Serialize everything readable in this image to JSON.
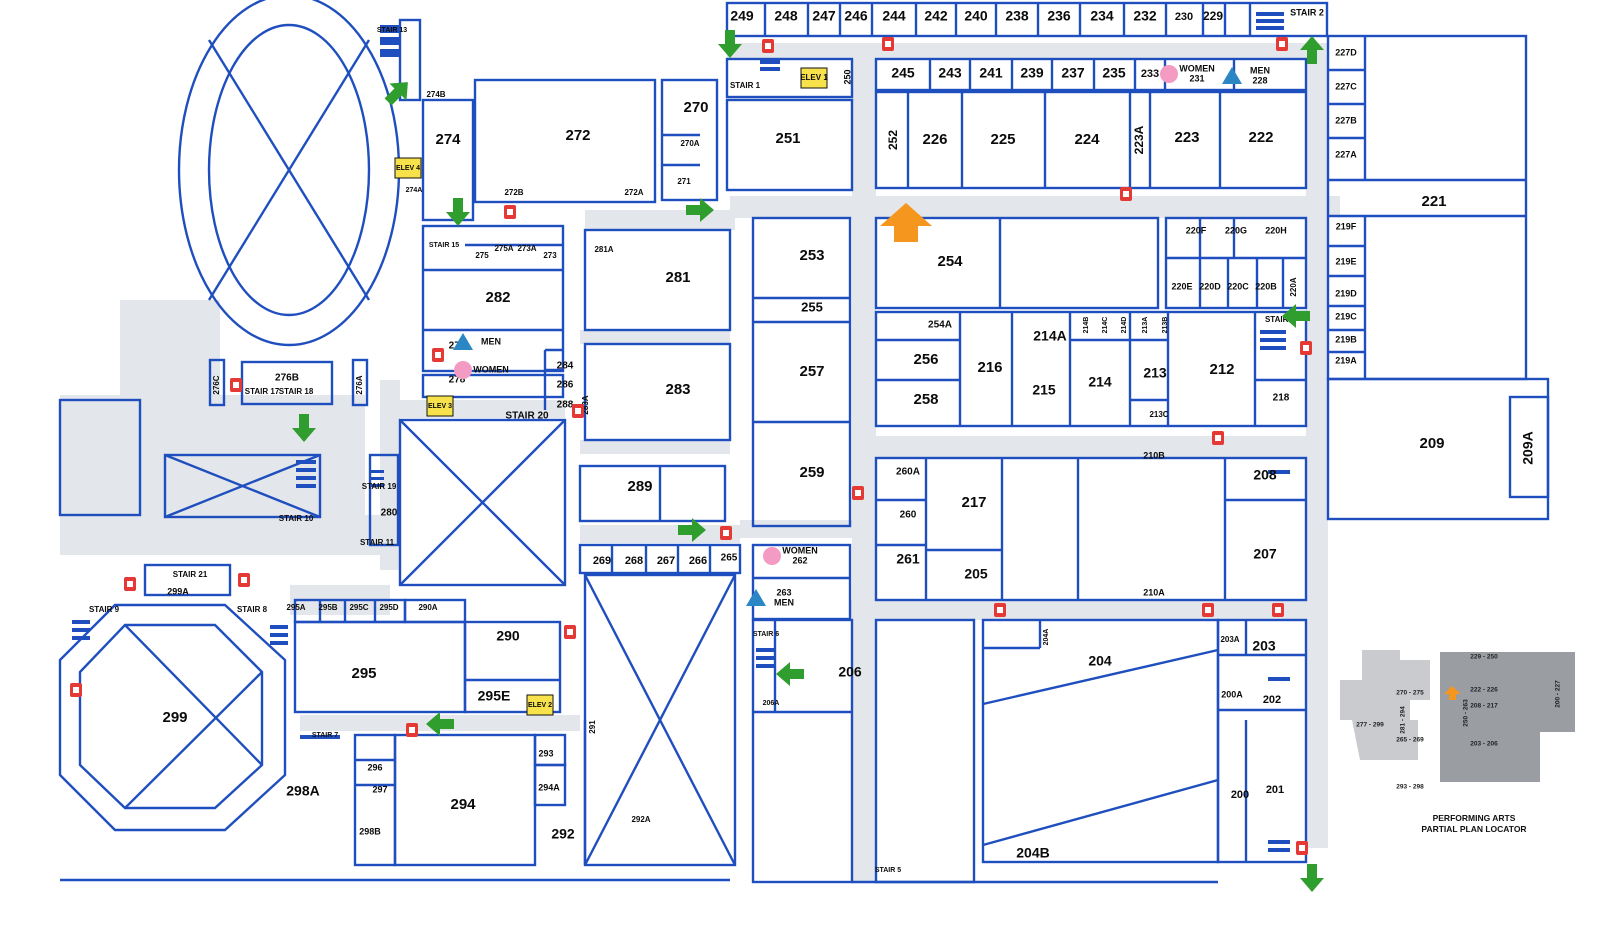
{
  "title": "",
  "colors": {
    "wall": "#1f4fbf",
    "corridor": "#e3e6ea",
    "exit_arrow": "#2f9e2f",
    "you_are_here": "#f5961e",
    "fire": "#e53935",
    "women": "#f49bc4",
    "men": "#2b86c5",
    "elevator": "#f7e24b"
  },
  "rooms": [
    {
      "id": "249"
    },
    {
      "id": "248"
    },
    {
      "id": "247"
    },
    {
      "id": "246"
    },
    {
      "id": "244"
    },
    {
      "id": "242"
    },
    {
      "id": "240"
    },
    {
      "id": "238"
    },
    {
      "id": "236"
    },
    {
      "id": "234"
    },
    {
      "id": "232"
    },
    {
      "id": "230"
    },
    {
      "id": "229"
    },
    {
      "id": "245"
    },
    {
      "id": "243"
    },
    {
      "id": "241"
    },
    {
      "id": "239"
    },
    {
      "id": "237"
    },
    {
      "id": "235"
    },
    {
      "id": "233"
    },
    {
      "id": "227D"
    },
    {
      "id": "227C"
    },
    {
      "id": "227B"
    },
    {
      "id": "227A"
    },
    {
      "id": "274B"
    },
    {
      "id": "274"
    },
    {
      "id": "274A"
    },
    {
      "id": "272"
    },
    {
      "id": "272B"
    },
    {
      "id": "272A"
    },
    {
      "id": "270"
    },
    {
      "id": "270A"
    },
    {
      "id": "271"
    },
    {
      "id": "250"
    },
    {
      "id": "251"
    },
    {
      "id": "252"
    },
    {
      "id": "226"
    },
    {
      "id": "225"
    },
    {
      "id": "224"
    },
    {
      "id": "223A"
    },
    {
      "id": "223"
    },
    {
      "id": "222"
    },
    {
      "id": "221"
    },
    {
      "id": "275"
    },
    {
      "id": "275A"
    },
    {
      "id": "273A"
    },
    {
      "id": "273"
    },
    {
      "id": "281A"
    },
    {
      "id": "281"
    },
    {
      "id": "253"
    },
    {
      "id": "254"
    },
    {
      "id": "220F"
    },
    {
      "id": "220G"
    },
    {
      "id": "220H"
    },
    {
      "id": "220E"
    },
    {
      "id": "220D"
    },
    {
      "id": "220C"
    },
    {
      "id": "220B"
    },
    {
      "id": "220A"
    },
    {
      "id": "219F"
    },
    {
      "id": "219E"
    },
    {
      "id": "219D"
    },
    {
      "id": "219C"
    },
    {
      "id": "219B"
    },
    {
      "id": "219A"
    },
    {
      "id": "282"
    },
    {
      "id": "255"
    },
    {
      "id": "254A"
    },
    {
      "id": "214A"
    },
    {
      "id": "214B"
    },
    {
      "id": "214C"
    },
    {
      "id": "214D"
    },
    {
      "id": "213A"
    },
    {
      "id": "213B"
    },
    {
      "id": "276B"
    },
    {
      "id": "276C"
    },
    {
      "id": "276A"
    },
    {
      "id": "277"
    },
    {
      "id": "278"
    },
    {
      "id": "284"
    },
    {
      "id": "286"
    },
    {
      "id": "288"
    },
    {
      "id": "283A"
    },
    {
      "id": "283"
    },
    {
      "id": "257"
    },
    {
      "id": "256"
    },
    {
      "id": "258"
    },
    {
      "id": "216"
    },
    {
      "id": "215"
    },
    {
      "id": "214"
    },
    {
      "id": "213"
    },
    {
      "id": "213C"
    },
    {
      "id": "212"
    },
    {
      "id": "218"
    },
    {
      "id": "209"
    },
    {
      "id": "209A"
    },
    {
      "id": "280"
    },
    {
      "id": "289"
    },
    {
      "id": "259"
    },
    {
      "id": "260A"
    },
    {
      "id": "260"
    },
    {
      "id": "217"
    },
    {
      "id": "210B"
    },
    {
      "id": "208"
    },
    {
      "id": "299A"
    },
    {
      "id": "269"
    },
    {
      "id": "268"
    },
    {
      "id": "267"
    },
    {
      "id": "266"
    },
    {
      "id": "265"
    },
    {
      "id": "261"
    },
    {
      "id": "205"
    },
    {
      "id": "207"
    },
    {
      "id": "210A"
    },
    {
      "id": "295A"
    },
    {
      "id": "295B"
    },
    {
      "id": "295C"
    },
    {
      "id": "295D"
    },
    {
      "id": "290A"
    },
    {
      "id": "290"
    },
    {
      "id": "204A"
    },
    {
      "id": "203A"
    },
    {
      "id": "203"
    },
    {
      "id": "204"
    },
    {
      "id": "295"
    },
    {
      "id": "295E"
    },
    {
      "id": "206"
    },
    {
      "id": "206A"
    },
    {
      "id": "200A"
    },
    {
      "id": "202"
    },
    {
      "id": "299"
    },
    {
      "id": "291"
    },
    {
      "id": "293"
    },
    {
      "id": "294A"
    },
    {
      "id": "296"
    },
    {
      "id": "297"
    },
    {
      "id": "298A"
    },
    {
      "id": "294"
    },
    {
      "id": "200"
    },
    {
      "id": "201"
    },
    {
      "id": "298B"
    },
    {
      "id": "292"
    },
    {
      "id": "292A"
    },
    {
      "id": "204B"
    }
  ],
  "stairs": [
    "STAIR 13",
    "STAIR 2",
    "STAIR 1",
    "STAIR 15",
    "STAIR 3",
    "STAIR 17",
    "STAIR 18",
    "STAIR 20",
    "STAIR 19",
    "STAIR 10",
    "STAIR 11",
    "STAIR 21",
    "STAIR 9",
    "STAIR 8",
    "STAIR 6",
    "STAIR 7",
    "STAIR 5"
  ],
  "elevators": [
    "ELEV 1",
    "ELEV 4",
    "ELEV 3",
    "ELEV 2"
  ],
  "restrooms": [
    "WOMEN 231",
    "MEN 228",
    "MEN",
    "WOMEN",
    "WOMEN 262",
    "263 MEN"
  ],
  "icons": [
    "exit-arrow-icon",
    "fire-extinguisher-icon",
    "fire-alarm-pull-icon",
    "you-are-here-icon",
    "women-restroom-icon",
    "men-restroom-icon",
    "accessible-icon"
  ],
  "locator": {
    "title_line1": "PERFORMING ARTS",
    "title_line2": "PARTIAL PLAN LOCATOR",
    "labels": [
      "229 - 250",
      "270 - 275",
      "222 - 226",
      "250 - 263",
      "208 - 217",
      "200 - 227",
      "277 - 299",
      "281 - 294",
      "265 - 269",
      "203 - 206",
      "293 - 298"
    ]
  }
}
